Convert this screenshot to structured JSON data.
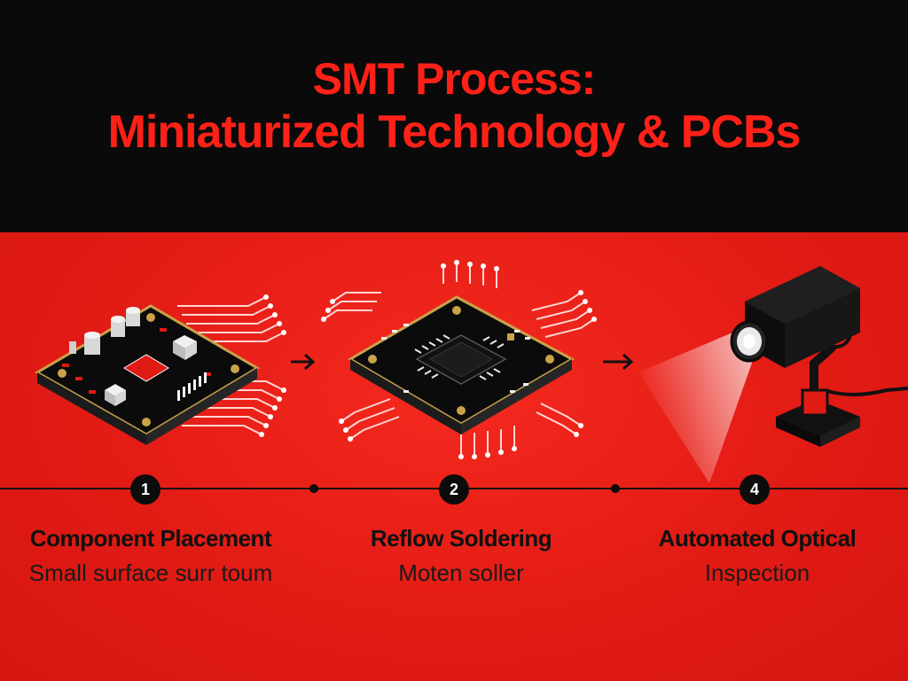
{
  "title": {
    "line1": "SMT Process:",
    "line2": "Miniaturized Technology & PCBs"
  },
  "steps": [
    {
      "number": "1",
      "title": "Component Placement",
      "subtitle": "Small surface surr toum",
      "icon": "pcb-with-components-icon"
    },
    {
      "number": "2",
      "title": "Reflow Soldering",
      "subtitle": "Moten soller",
      "icon": "pcb-with-chip-icon"
    },
    {
      "number": "4",
      "title": "Automated Optical",
      "subtitle": "Inspection",
      "icon": "inspection-camera-icon"
    }
  ],
  "colors": {
    "background": "#e41d17",
    "header": "#0a0a0a",
    "title": "#ff2117",
    "text": "#111111"
  }
}
